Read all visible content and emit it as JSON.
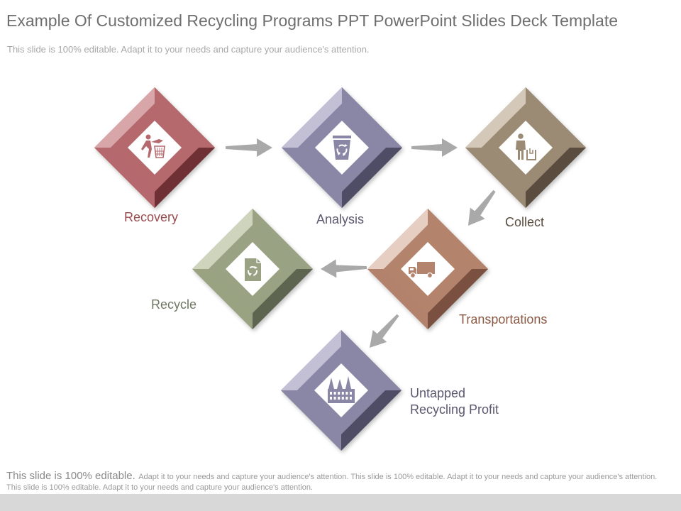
{
  "slide": {
    "title": "Example Of Customized Recycling Programs PPT PowerPoint Slides Deck Template",
    "subtitle": "This slide is 100% editable.  Adapt it to your needs and capture your audience's attention.",
    "footer_lead": "This slide is 100% editable.",
    "footer_body": "Adapt it to your needs and capture your audience's attention. This slide is 100% editable. Adapt it to your needs and capture your audience's attention. This slide is 100% editable. Adapt it to your needs and capture your audience's attention."
  },
  "steps": [
    {
      "id": "recovery",
      "label": "Recovery",
      "icon": "litter-bin-icon",
      "colors": {
        "light": "#d8a6a8",
        "mid": "#b5696d",
        "dark": "#6e3034",
        "text": "#9a4a4e"
      }
    },
    {
      "id": "analysis",
      "label": "Analysis",
      "icon": "recycle-bin-icon",
      "colors": {
        "light": "#c3c0d6",
        "mid": "#8a87a6",
        "dark": "#4f4c66",
        "text": "#5b5870"
      }
    },
    {
      "id": "collect",
      "label": "Collect",
      "icon": "person-waste-icon",
      "colors": {
        "light": "#d4c8b8",
        "mid": "#9b8a74",
        "dark": "#5a4c3e",
        "text": "#5a4c3e"
      }
    },
    {
      "id": "transportations",
      "label": "Transportations",
      "icon": "truck-icon",
      "colors": {
        "light": "#e6cec2",
        "mid": "#b3836c",
        "dark": "#7a5040",
        "text": "#8a5a45"
      }
    },
    {
      "id": "recycle",
      "label": "Recycle",
      "icon": "recycle-document-icon",
      "colors": {
        "light": "#cfd4bd",
        "mid": "#99a383",
        "dark": "#5d6550",
        "text": "#6f7763"
      }
    },
    {
      "id": "untapped",
      "label": "Untapped\nRecycling Profit",
      "icon": "factory-icon",
      "colors": {
        "light": "#c3c0d6",
        "mid": "#8a87a6",
        "dark": "#4f4c66",
        "text": "#5b5870"
      }
    }
  ],
  "arrow_color": "#a9a9a9"
}
